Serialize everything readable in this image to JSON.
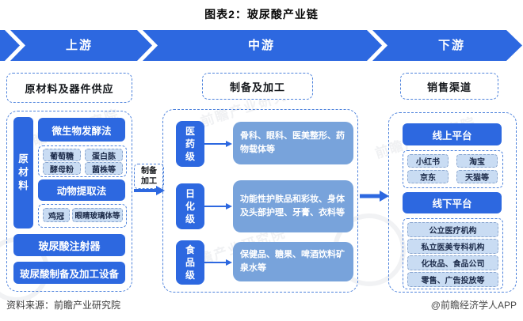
{
  "title": "图表2：玻尿酸产业链",
  "colors": {
    "primary_blue": "#2d68e0",
    "medium_blue": "#78a3db",
    "light_chip_blue": "#c9dcf3",
    "dashed_border_blue": "#4d82dc"
  },
  "flow": {
    "stages": [
      {
        "label": "上游"
      },
      {
        "label": "中游"
      },
      {
        "label": "下游"
      }
    ]
  },
  "upstream": {
    "section_title": "原材料及器件供应",
    "side_label": "原材料",
    "methods": [
      {
        "label": "微生物发酵法",
        "items": [
          "葡萄糖",
          "蛋白胨",
          "酵母粉",
          "菌株等"
        ]
      },
      {
        "label": "动物提取法",
        "items": [
          "鸡冠",
          "眼睛玻璃体等"
        ]
      }
    ],
    "equipment": [
      "玻尿酸注射器",
      "玻尿酸制备及加工设备"
    ]
  },
  "connector": {
    "label": "制备加工"
  },
  "midstream": {
    "section_title": "制备及加工",
    "levels": [
      {
        "grade": "医药级",
        "applications": "骨科、眼科、医美整形、药物载体等"
      },
      {
        "grade": "日化级",
        "applications": "功能性护肤品和彩妆、身体及头部护理、牙膏、衣料等"
      },
      {
        "grade": "食品级",
        "applications": "保健品、糖果、啤酒饮料矿泉水等"
      }
    ]
  },
  "downstream": {
    "section_title": "销售渠道",
    "online": {
      "label": "线上平台",
      "platforms": [
        "小红书",
        "淘宝",
        "京东",
        "天猫等"
      ]
    },
    "offline": {
      "label": "线下平台",
      "channels": [
        "公立医疗机构",
        "私立医美专科机构",
        "化妆品、食品公司",
        "零售、广告投放等"
      ]
    }
  },
  "footer": {
    "source": "资料来源：前瞻产业研究院",
    "credit": "@前瞻经济学人APP"
  },
  "watermark": "前瞻产业研究院"
}
